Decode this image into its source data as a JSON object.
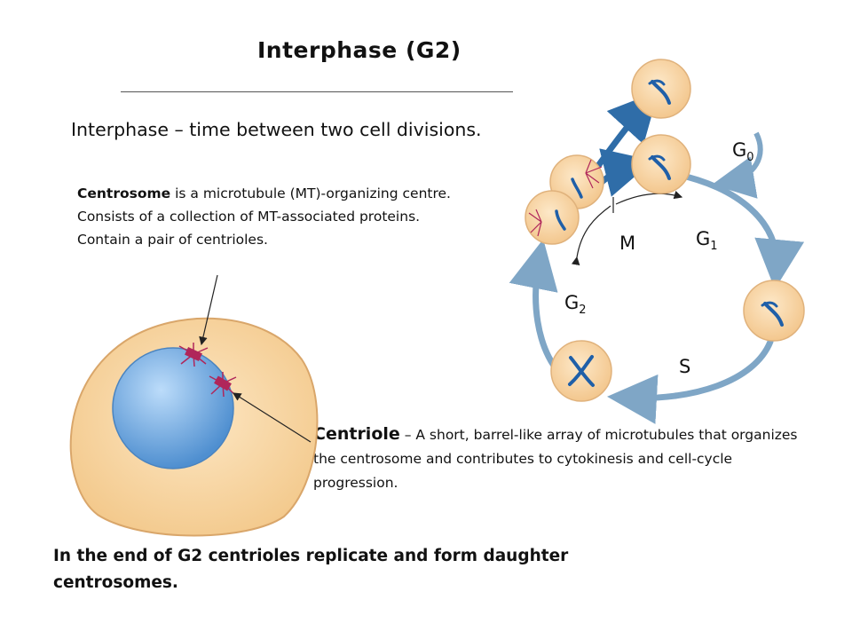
{
  "slide": {
    "title": "Interphase (G2)",
    "subtitle": "Interphase – time between two cell divisions.",
    "centrosome": {
      "term": "Centrosome",
      "text": " is a microtubule (MT)-organizing centre. Consists of a collection of MT-associated proteins. Contain a pair of centrioles."
    },
    "centriole": {
      "term": "Centriole",
      "text": " – A short, barrel-like array of microtubules that organizes the centrosome and contributes to cytokinesis and cell-cycle progression."
    },
    "footer": "In the end of G2 centrioles replicate and form daughter centrosomes."
  },
  "cycle_labels": {
    "g0": {
      "main": "G",
      "sub": "0"
    },
    "g1": {
      "main": "G",
      "sub": "1"
    },
    "g2": {
      "main": "G",
      "sub": "2"
    },
    "m": "M",
    "s": "S"
  },
  "colors": {
    "cycle_arrow": "#7fa6c6",
    "exit_arrow": "#2f6da8",
    "cell_fill": "#f9d9ab",
    "nucleus": "#7fb3e6",
    "chromosome": "#1f5fa8",
    "centriole": "#b0265a"
  }
}
